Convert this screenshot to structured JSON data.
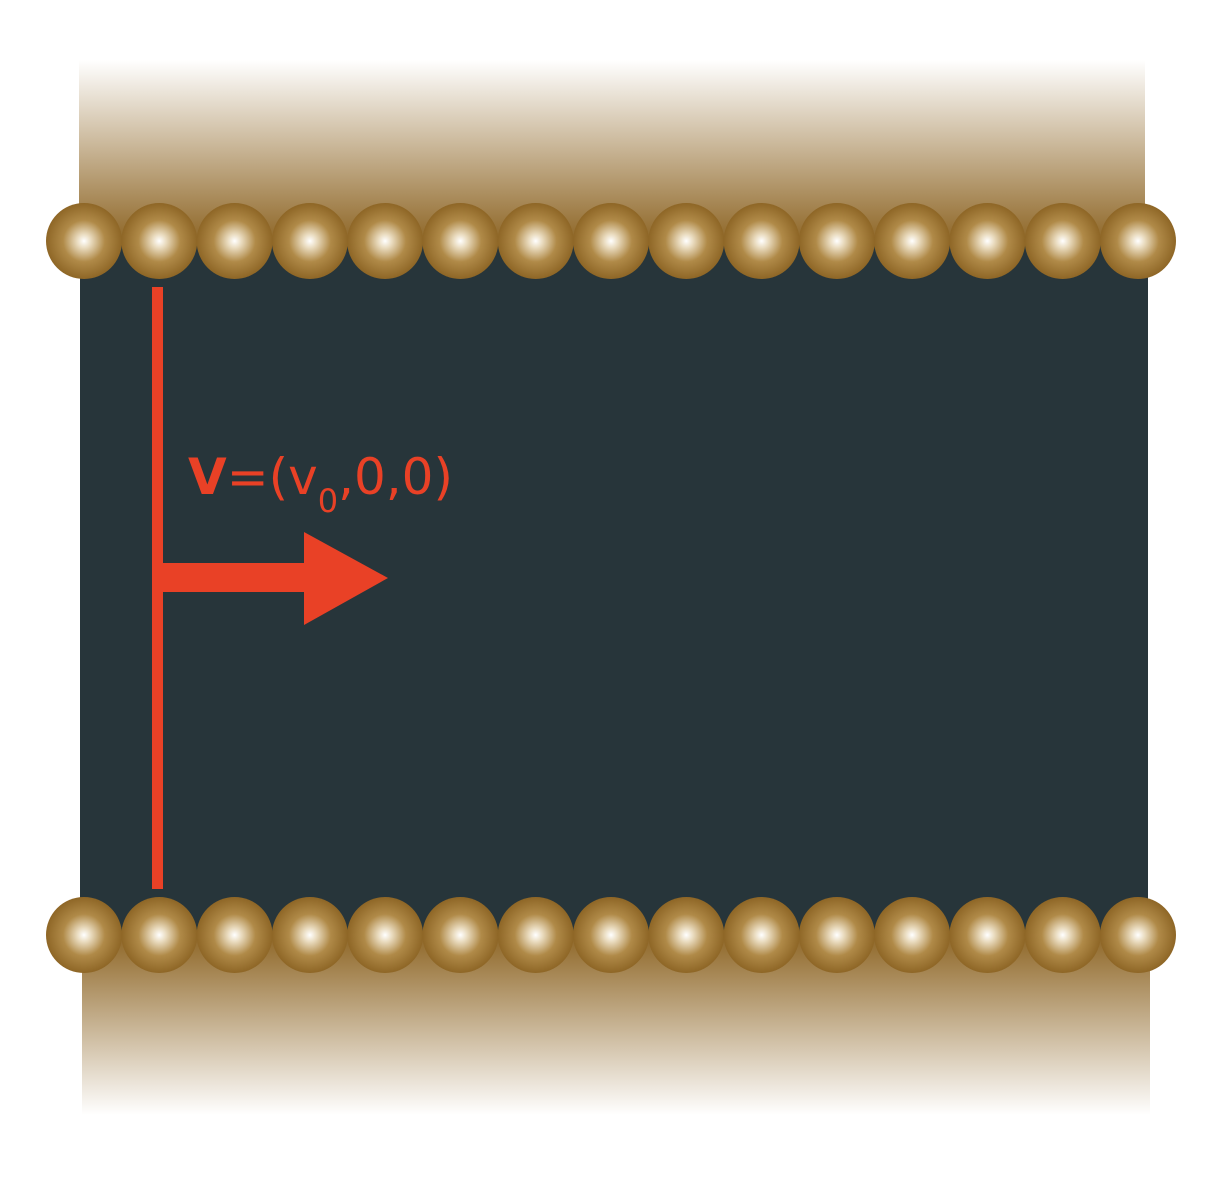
{
  "diagram": {
    "label": {
      "vector_symbol": "V",
      "equals": "=(",
      "component_symbol": "v",
      "component_subscript": "0",
      "rest": ",0,0)"
    },
    "walls": {
      "top_bead_count": 15,
      "bottom_bead_count": 15
    },
    "colors": {
      "fluid": "#27353a",
      "bead": "#8e6626",
      "bead_highlight": "#ffffff",
      "wall_gradient": "#8e6626",
      "velocity": "#e94126"
    }
  }
}
